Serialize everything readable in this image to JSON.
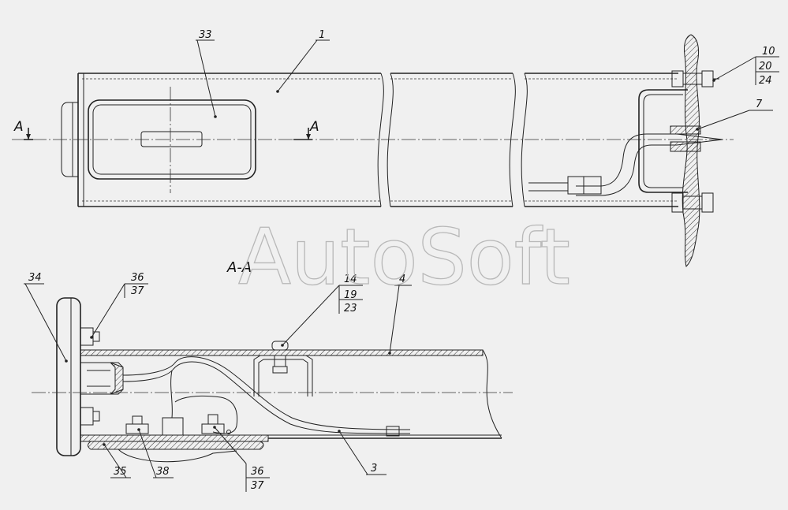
{
  "watermark": "AutoSoft",
  "section_label": "A-A",
  "cut_marker": "A",
  "callouts": {
    "c1": "1",
    "c33": "33",
    "c10": "10",
    "c20": "20",
    "c24": "24",
    "c7": "7",
    "c34": "34",
    "c36a": "36",
    "c37a": "37",
    "c14": "14",
    "c19": "19",
    "c23": "23",
    "c4": "4",
    "c3": "3",
    "c35": "35",
    "c38": "38",
    "c36b": "36",
    "c37b": "37"
  }
}
